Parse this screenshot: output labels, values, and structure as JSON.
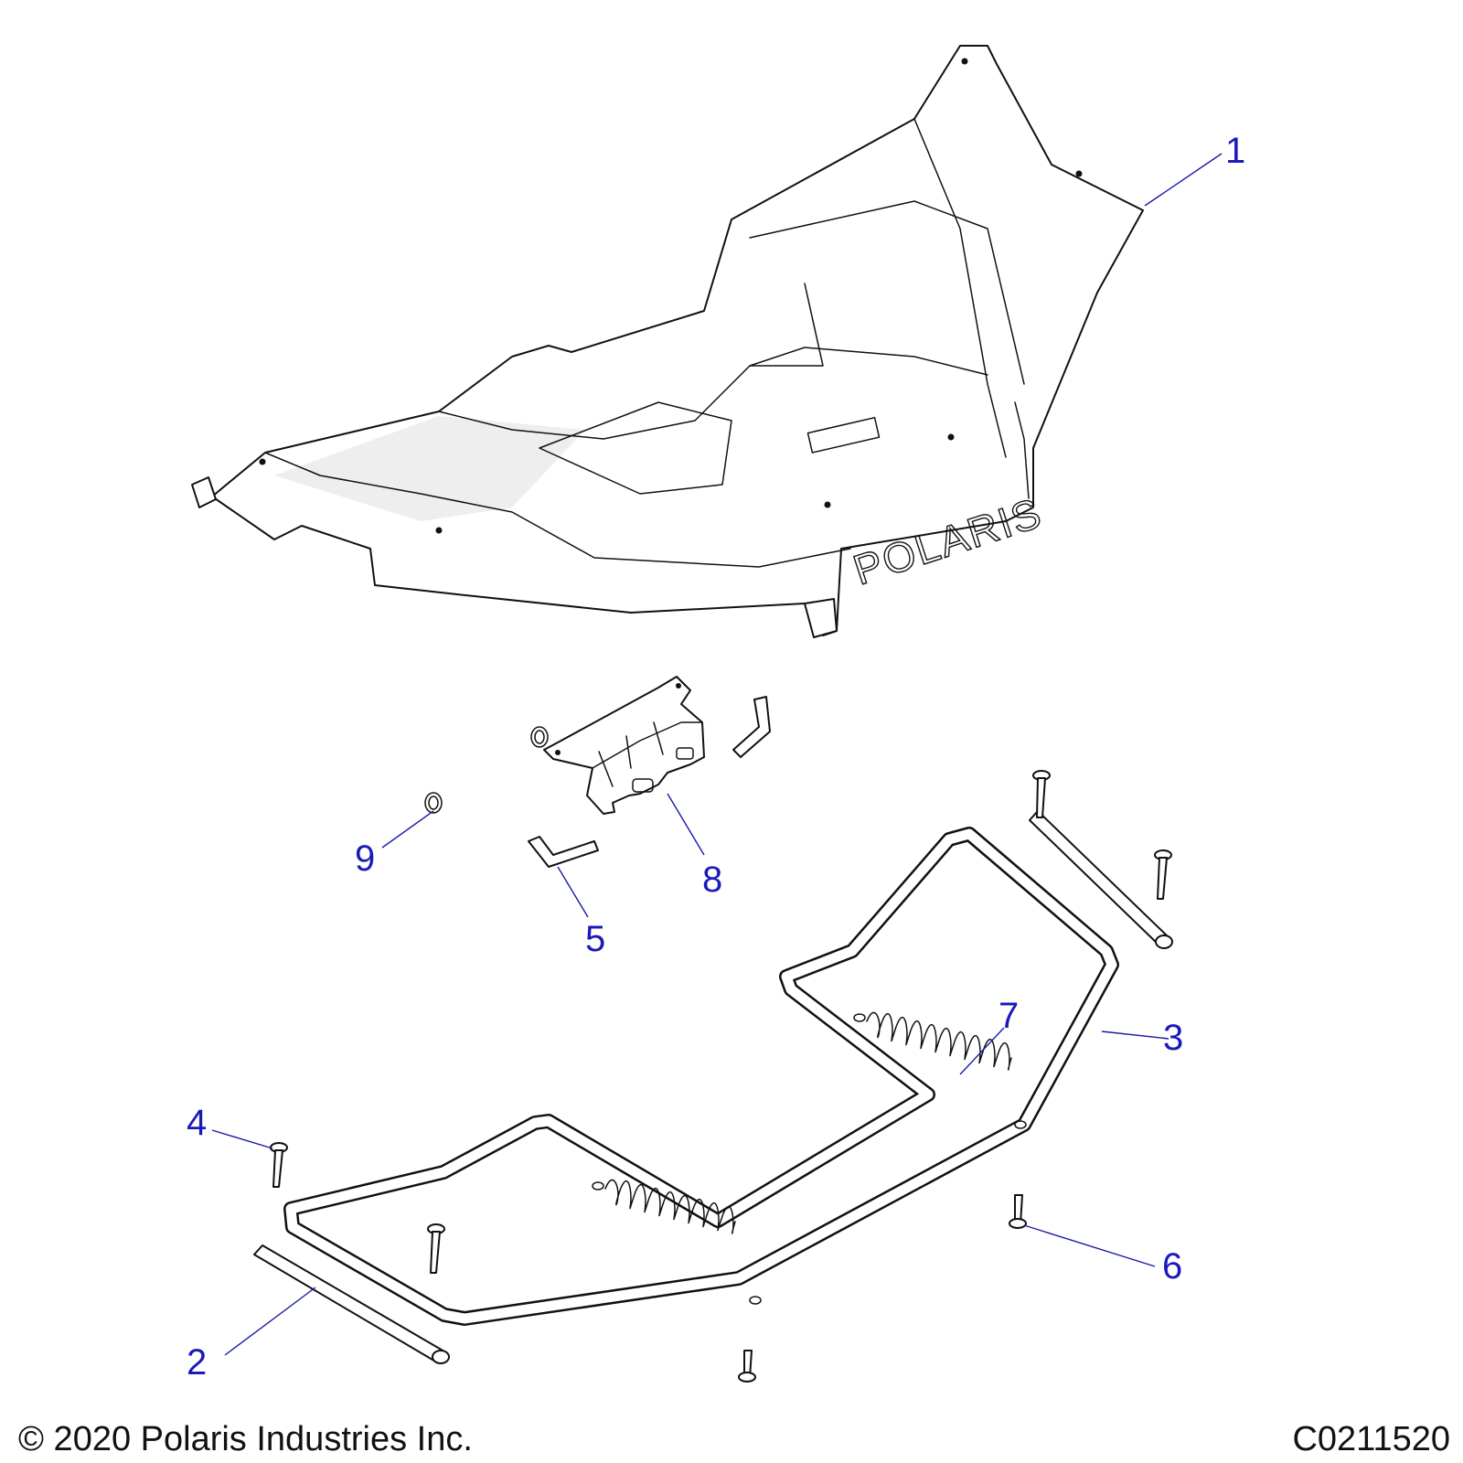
{
  "callouts": [
    {
      "id": "1",
      "label": "1"
    },
    {
      "id": "2",
      "label": "2"
    },
    {
      "id": "3",
      "label": "3"
    },
    {
      "id": "4",
      "label": "4"
    },
    {
      "id": "5",
      "label": "5"
    },
    {
      "id": "6",
      "label": "6"
    },
    {
      "id": "7",
      "label": "7"
    },
    {
      "id": "8",
      "label": "8"
    },
    {
      "id": "9",
      "label": "9"
    }
  ],
  "footer": {
    "copyright": "© 2020 Polaris Industries Inc.",
    "drawing_id": "C0211520"
  },
  "logo": {
    "text": "POLARIS"
  },
  "colors": {
    "callout": "#1a1ab8",
    "line": "#111111"
  }
}
